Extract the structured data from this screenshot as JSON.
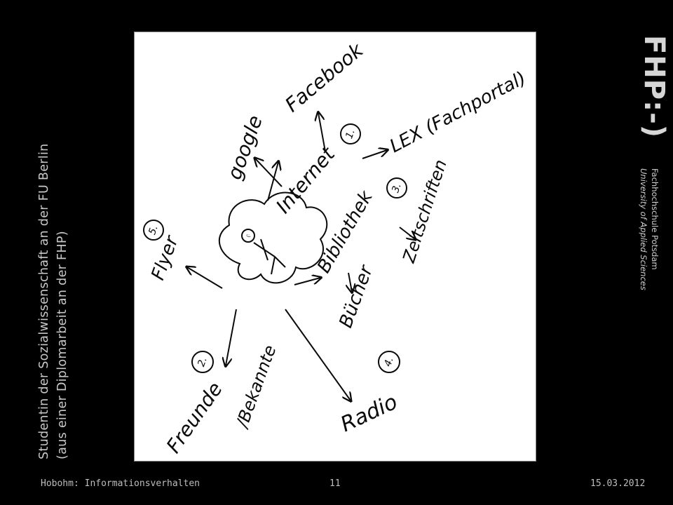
{
  "side_caption": {
    "line1": "Studentin der Sozialwissenschaft an der FU Berlin",
    "line2": "(aus einer Diplomarbeit an der FHP)"
  },
  "brand": {
    "logo": "FHP:-)",
    "school_name": "Fachhochschule Potsdam",
    "school_subtitle": "University of Applied Sciences"
  },
  "sketch": {
    "labels": {
      "facebook": "Facebook",
      "google": "google",
      "internet": "Internet",
      "lex": "LEX (Fachportal)",
      "bibliothek": "Bibliothek",
      "zeitschriften": "Zeitschriften",
      "buecher": "Bücher",
      "flyer": "Flyer",
      "freunde": "Freunde",
      "bekannte": "/Bekannte",
      "radio": "Radio"
    },
    "numbers": {
      "n1": "1.",
      "n2": "2.",
      "n3": "3.",
      "n4": "4.",
      "n5": "5."
    },
    "face": ":)"
  },
  "footer": {
    "left": "Hobohm: Informationsverhalten",
    "page": "11",
    "date": "15.03.2012"
  }
}
